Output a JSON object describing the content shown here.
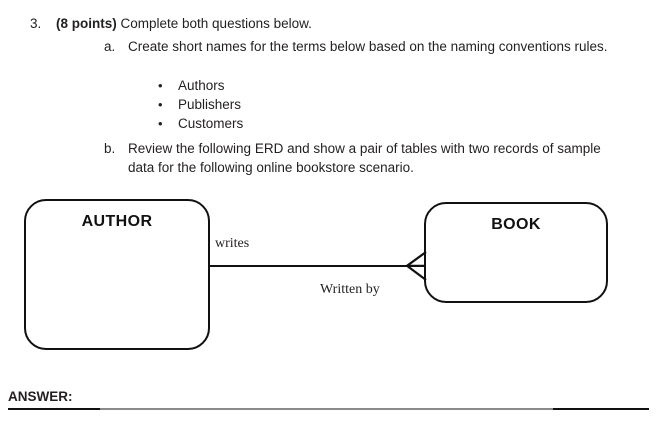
{
  "question": {
    "number": "3.",
    "points_label": "(8 points)",
    "stem": " Complete both questions below.",
    "sub_items": [
      {
        "marker": "a.",
        "text": "Create short names for the terms below based on the naming conventions rules."
      },
      {
        "marker": "b.",
        "text": "Review the following ERD and show a pair of tables with two records of sample data for the following online bookstore scenario."
      }
    ],
    "bullets": [
      {
        "dot": "•",
        "label": "Authors"
      },
      {
        "dot": "•",
        "label": "Publishers"
      },
      {
        "dot": "•",
        "label": "Customers"
      }
    ]
  },
  "erd": {
    "entities": [
      {
        "name": "AUTHOR"
      },
      {
        "name": "BOOK"
      }
    ],
    "relationship": {
      "forward_label": "writes",
      "reverse_label": "Written by",
      "cardinality_marker": "crows-foot-many",
      "line_color": "#111111"
    }
  },
  "answer": {
    "label": "ANSWER:",
    "rule_colors": {
      "dark": "#111111",
      "gray": "#8a8a8a"
    }
  },
  "colors": {
    "ink": "#231f20",
    "diagram_stroke": "#111111",
    "page_background": "#ffffff"
  }
}
